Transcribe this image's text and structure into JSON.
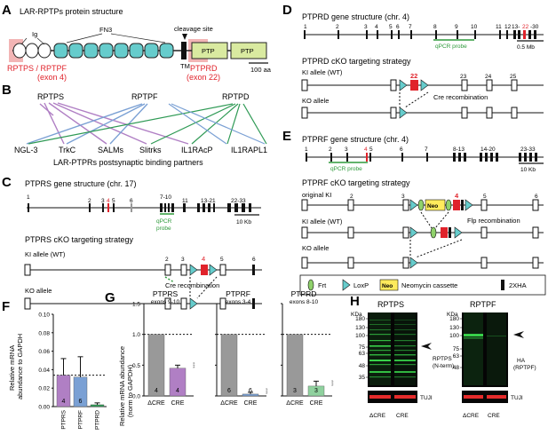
{
  "panels": {
    "A": {
      "label": "A",
      "title": "LAR-RPTPs protein structure",
      "domains": {
        "ig": "Ig",
        "fn3": "FN3",
        "ptp1": "PTP",
        "ptp2": "PTP",
        "tm": "TM"
      },
      "cleavage": "cleavage site",
      "scale": "100 aa",
      "red_label_left_1": "RPTPS / RPTPF",
      "red_label_left_2": "(exon 4)",
      "red_label_right_1": "PTPRD",
      "red_label_right_2": "(exon 22)"
    },
    "B": {
      "label": "B",
      "receptors": [
        "RPTPS",
        "RPTPF",
        "RPTPD"
      ],
      "partners": [
        "NGL-3",
        "TrkC",
        "SALMs",
        "Slitrks",
        "IL1RAcP",
        "IL1RAPL1"
      ],
      "caption": "LAR-PTPRs postsynaptic binding partners"
    },
    "C": {
      "label": "C",
      "title": "PTPRS gene structure (chr. 17)",
      "exons": [
        "1",
        "2",
        "3",
        "4",
        "5",
        "6",
        "7-10",
        "11",
        "13-21",
        "22-33"
      ],
      "probe": "qPCR",
      "probe2": "probe",
      "scale": "10 Kb",
      "subtitle": "PTPRS cKO targeting strategy",
      "ki": "KI allele (WT)",
      "ko": "KO allele",
      "cre": "Cre recombination",
      "probe_label": "qPCR probe",
      "allele_exons": [
        "2",
        "3",
        "4",
        "5",
        "6"
      ]
    },
    "D": {
      "label": "D",
      "title": "PTPRD gene structure (chr. 4)",
      "exons": [
        "1",
        "2",
        "3",
        "4",
        "5",
        "6",
        "7",
        "8",
        "9",
        "10",
        "11",
        "12",
        "13-",
        "22",
        "-30"
      ],
      "probe": "qPCR probe",
      "scale": "0.5 Mb",
      "subtitle": "PTPRD cKO targeting strategy",
      "ki": "KI allele (WT)",
      "ko": "KO allele",
      "cre": "Cre recombination",
      "allele_exons": [
        "22",
        "23",
        "24",
        "25"
      ]
    },
    "E": {
      "label": "E",
      "title": "PTPRF gene structure (chr. 4)",
      "exons": [
        "1",
        "2",
        "3",
        "4",
        "5",
        "6",
        "7",
        "8-13",
        "14-20",
        "23-33"
      ],
      "probe": "qPCR probe",
      "scale": "10 Kb",
      "subtitle": "PTPRF cKO targeting strategy",
      "orig": "original KI",
      "ki": "KI allele (WT)",
      "ko": "KO allele",
      "neo": "Neo",
      "flp": "Flp recombination",
      "allele_exons": [
        "2",
        "3",
        "4",
        "5",
        "6"
      ],
      "legend": {
        "frt": "Frt",
        "loxp": "LoxP",
        "neo": "Neo",
        "neo_desc": "Neomycin cassette",
        "ha": "2XHA"
      }
    },
    "F": {
      "label": "F",
      "ylabel_1": "Relative mRNA",
      "ylabel_2": "abundance to GAPDH"
    },
    "G": {
      "label": "G",
      "ylabel_1": "Relative mRNA abundance",
      "ylabel_2": "(norm to GAPDH)"
    },
    "H": {
      "label": "H",
      "blot1_title": "RPTPS",
      "blot2_title": "RPTPF",
      "kda": "KDa",
      "markers1": [
        "180",
        "130",
        "100",
        "75",
        "63",
        "48",
        "35"
      ],
      "markers2": [
        "180",
        "130",
        "100",
        "75",
        "63",
        "48"
      ],
      "annot1_1": "RPTPS",
      "annot1_2": "(N-term)",
      "annot2_1": "HA",
      "annot2_2": "(RPTPF)",
      "tuji": "TUJI",
      "lanes": [
        "ΔCRE",
        "CRE"
      ]
    }
  },
  "colors": {
    "fn3": "#66cccc",
    "ptp": "#d9eaa0",
    "red_exon": "#e0232b",
    "highlight": "#f2b5b5",
    "rptps": "#b07fc4",
    "rptpf": "#7aa0d4",
    "rptpd": "#2f9a55",
    "gray_bar": "#999999",
    "blot_green": "#39d24a"
  },
  "chart_data": [
    {
      "type": "bar",
      "panel": "F",
      "categories": [
        "PTPRS",
        "PTPRF",
        "PTPRD"
      ],
      "values": [
        0.034,
        0.032,
        0.002
      ],
      "errors": [
        0.018,
        0.022,
        0.002
      ],
      "n": [
        "4",
        "6",
        "4"
      ],
      "reference_line": 0.034,
      "ylim": [
        0,
        0.1
      ],
      "yticks": [
        "0.00",
        "0.02",
        "0.04",
        "0.06",
        "0.08",
        "0.10"
      ]
    },
    {
      "type": "bar",
      "panel": "G",
      "title": "PTPRS",
      "subtitle": "exons 9-10",
      "categories": [
        "ΔCRE",
        "CRE"
      ],
      "values": [
        1.0,
        0.45
      ],
      "errors": [
        0,
        0.05
      ],
      "n": [
        "4",
        "4"
      ],
      "significance": "***",
      "ylim": [
        0,
        1.5
      ],
      "yticks": [
        "0.0",
        "0.5",
        "1.0",
        "1.5"
      ]
    },
    {
      "type": "bar",
      "panel": "G",
      "title": "PTPRF",
      "subtitle": "exons 3-4",
      "categories": [
        "ΔCRE",
        "CRE"
      ],
      "values": [
        1.0,
        0.03
      ],
      "errors": [
        0,
        0.03
      ],
      "n": [
        "6",
        "6"
      ],
      "significance": "***",
      "ylim": [
        0,
        1.5
      ]
    },
    {
      "type": "bar",
      "panel": "G",
      "title": "PTPRD",
      "subtitle": "exons 8-10",
      "categories": [
        "ΔCRE",
        "CRE"
      ],
      "values": [
        1.0,
        0.16
      ],
      "errors": [
        0,
        0.08
      ],
      "n": [
        "3",
        "3"
      ],
      "significance": "***",
      "ylim": [
        0,
        1.5
      ]
    }
  ]
}
